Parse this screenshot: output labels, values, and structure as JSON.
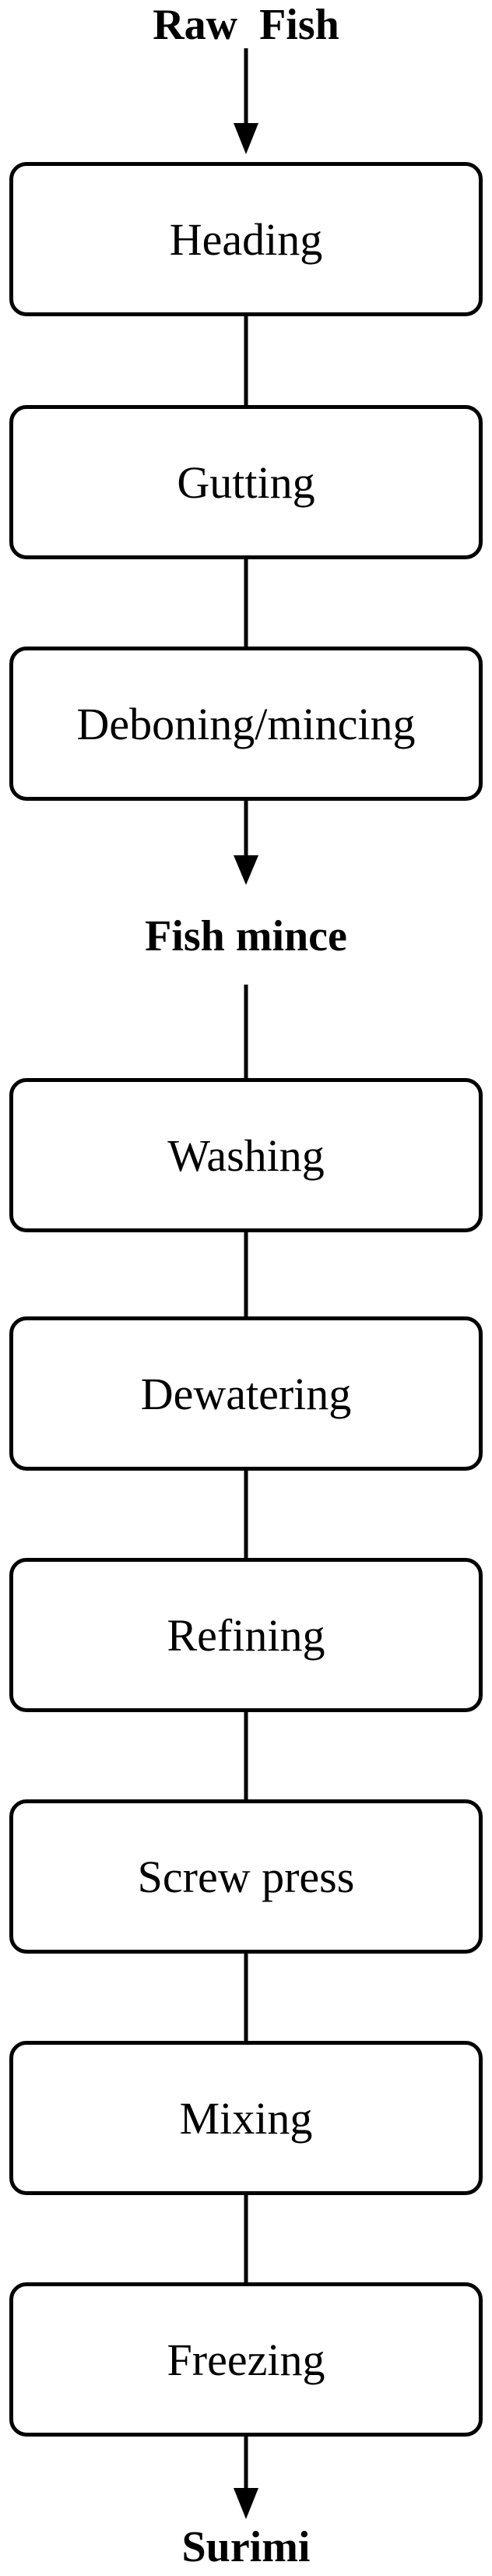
{
  "start_label": "Raw  Fish",
  "intermediate_label": "Fish mince",
  "end_label": "Surimi",
  "steps_group_1": [
    "Heading",
    "Gutting",
    "Deboning/mincing"
  ],
  "steps_group_2": [
    "Washing",
    "Dewatering",
    "Refining",
    "Screw press",
    "Mixing",
    "Freezing"
  ],
  "colors": {
    "stroke": "#000000",
    "background": "#ffffff"
  }
}
